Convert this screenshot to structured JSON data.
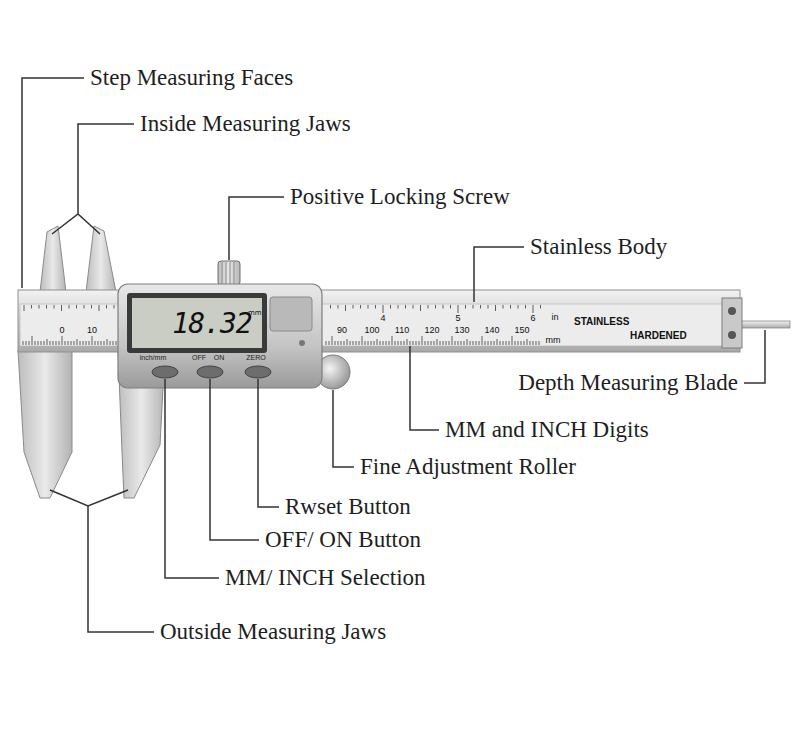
{
  "diagram": {
    "labels": [
      "Step Measuring Faces",
      "Inside Measuring Jaws",
      "Positive Locking Screw",
      "Stainless Body",
      "Depth Measuring Blade",
      "MM and INCH Digits",
      "Fine Adjustment Roller",
      "Rwset Button",
      "OFF/ ON Button",
      "MM/ INCH Selection",
      "Outside Measuring Jaws",
      "18.32",
      "mm",
      "inch/mm",
      "OFF",
      "ON",
      "ZERO",
      "STAINLESS",
      "HARDENED",
      "0",
      "10",
      "90",
      "100",
      "110",
      "120",
      "130",
      "140",
      "150",
      "in",
      "mm",
      "4",
      "5",
      "6"
    ]
  }
}
